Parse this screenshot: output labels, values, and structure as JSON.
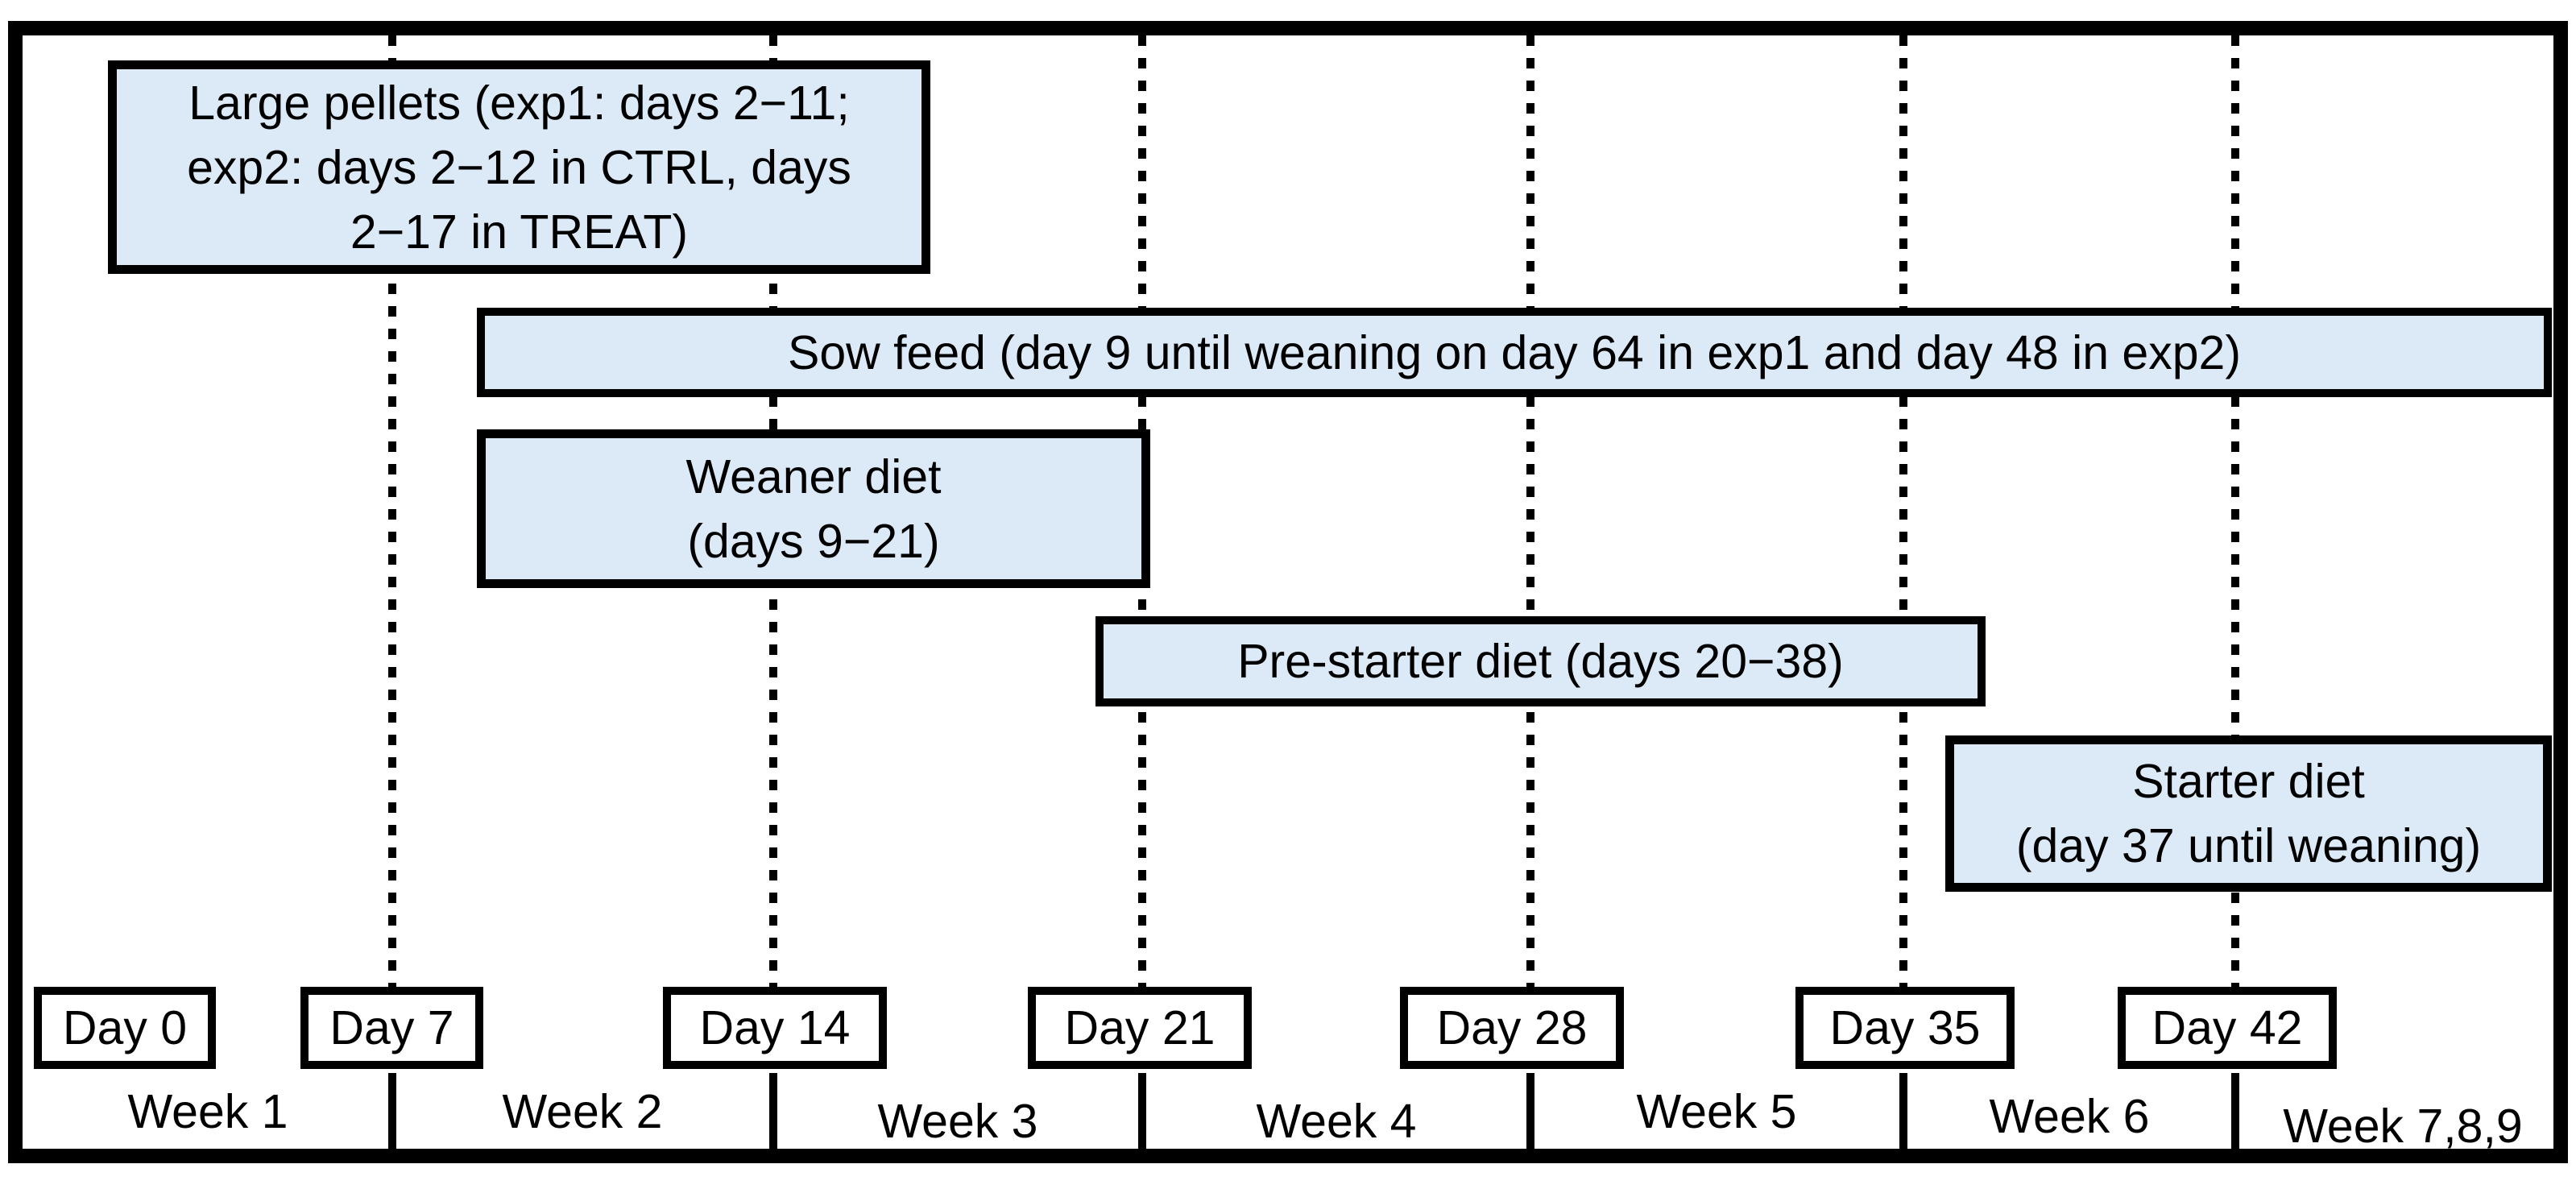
{
  "figure": {
    "description": "Feeding timeline diagram",
    "colors": {
      "bar_fill": "#dce9f7",
      "bar_border": "#000000",
      "frame_border": "#000000",
      "background": "#ffffff",
      "text": "#000000"
    },
    "bars": {
      "large_pellets": {
        "lines": [
          "Large pellets (exp1: days 2−11;",
          "exp2: days 2−12 in CTRL, days",
          "2−17 in TREAT)"
        ]
      },
      "sow_feed": {
        "lines": [
          "Sow feed (day 9 until weaning on day 64 in exp1 and day 48 in exp2)"
        ]
      },
      "weaner_diet": {
        "lines": [
          "Weaner diet",
          "(days 9−21)"
        ]
      },
      "pre_starter_diet": {
        "lines": [
          "Pre-starter diet (days 20−38)"
        ]
      },
      "starter_diet": {
        "lines": [
          "Starter diet",
          "(day 37 until weaning)"
        ]
      }
    },
    "axis": {
      "gridline_days": [
        7,
        14,
        21,
        28,
        35,
        42
      ],
      "day_labels": [
        "Day 0",
        "Day 7",
        "Day 14",
        "Day 21",
        "Day 28",
        "Day 35",
        "Day 42"
      ],
      "week_labels": [
        "Week 1",
        "Week 2",
        "Week 3",
        "Week 4",
        "Week 5",
        "Week 6",
        "Week 7,8,9"
      ]
    }
  }
}
